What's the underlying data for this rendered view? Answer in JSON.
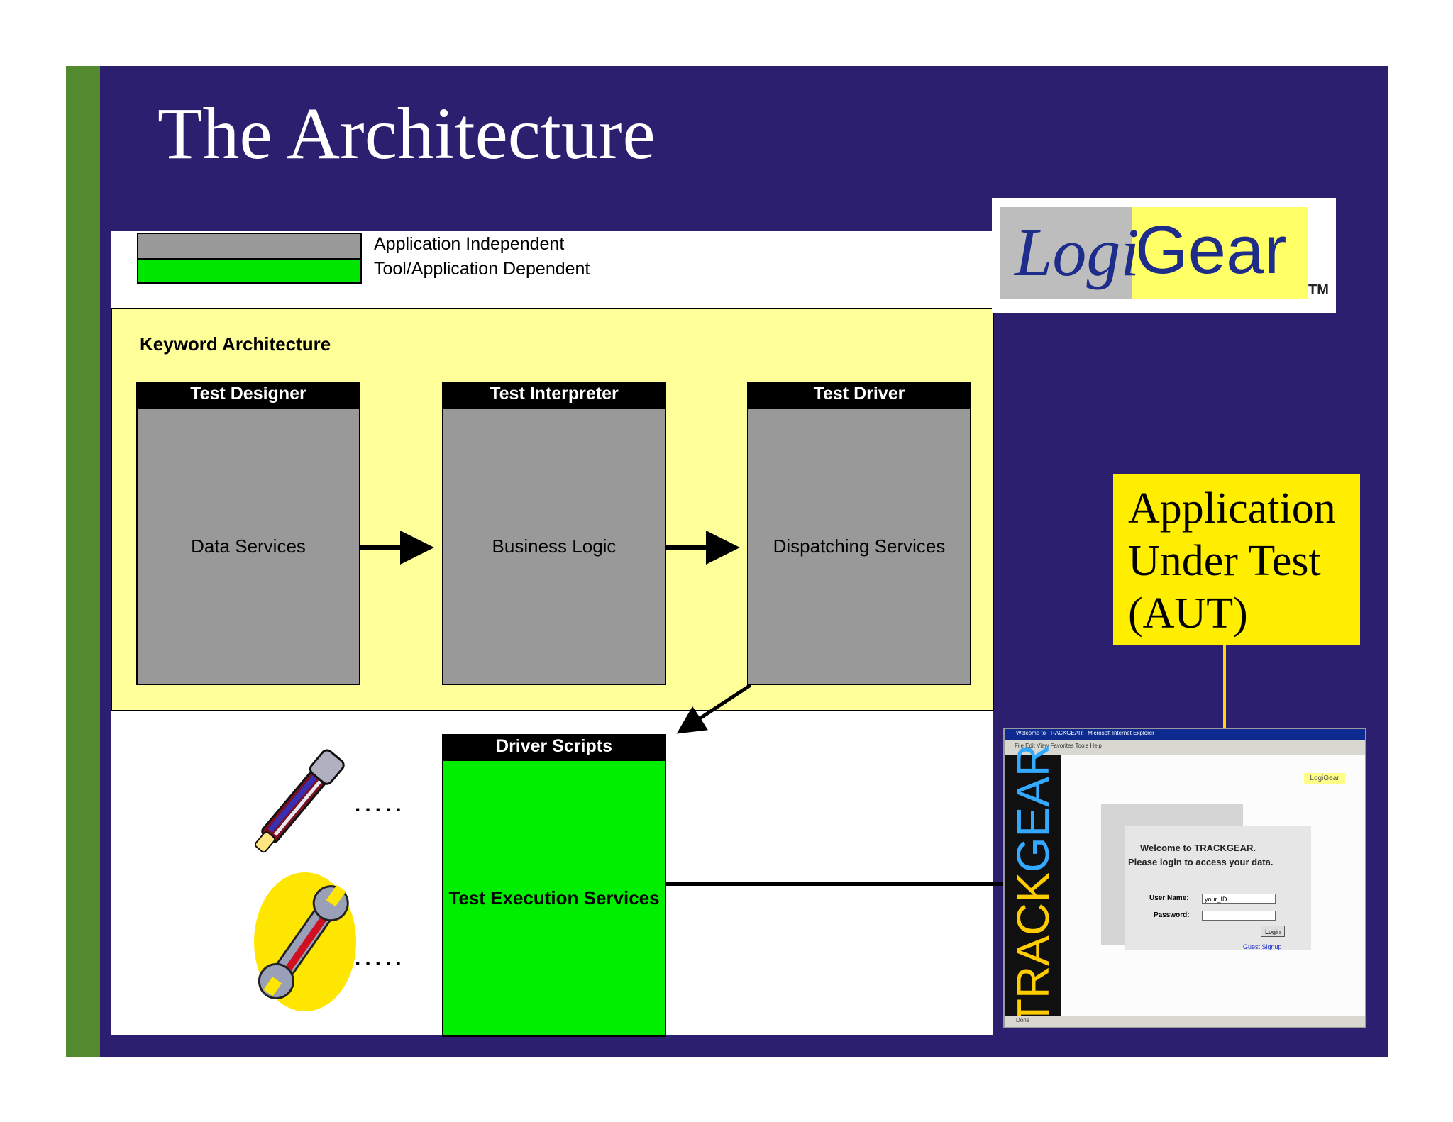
{
  "slide": {
    "title": "The Architecture",
    "colors": {
      "background": "#2c1f70",
      "accent_bar": "#538a30"
    }
  },
  "legend": [
    {
      "label": "Application Independent",
      "color": "#999999"
    },
    {
      "label": "Tool/Application Dependent",
      "color": "#00e600"
    }
  ],
  "keyword_architecture": {
    "title": "Keyword Architecture",
    "color": "#ffff99",
    "components": [
      {
        "header": "Test Designer",
        "body": "Data Services"
      },
      {
        "header": "Test Interpreter",
        "body": "Business Logic"
      },
      {
        "header": "Test Driver",
        "body": "Dispatching Services"
      }
    ]
  },
  "driver_scripts": {
    "header": "Driver Scripts",
    "body": "Test Execution Services"
  },
  "tools": {
    "icons": [
      "pliers-icon",
      "wrench-icon"
    ],
    "connector": "....."
  },
  "logo": {
    "part1": "Logi",
    "part2": "Gear",
    "tm": "TM"
  },
  "aut": {
    "text": "Application Under Test (AUT)",
    "color": "#ffee00"
  },
  "aut_screenshot": {
    "window_title": "Welcome to TRACKGEAR - Microsoft Internet Explorer",
    "menu": "File   Edit   View   Favorites   Tools   Help",
    "brand_part1": "TRACK",
    "brand_part2": "GEAR",
    "logo": "LogiGear",
    "welcome_line1": "Welcome to TRACKGEAR.",
    "welcome_line2": "Please login to access your data.",
    "user_label": "User Name:",
    "user_value": "your_ID",
    "password_label": "Password:",
    "login_button": "Login",
    "guest_link": "Guest Signup",
    "status": "Done"
  }
}
